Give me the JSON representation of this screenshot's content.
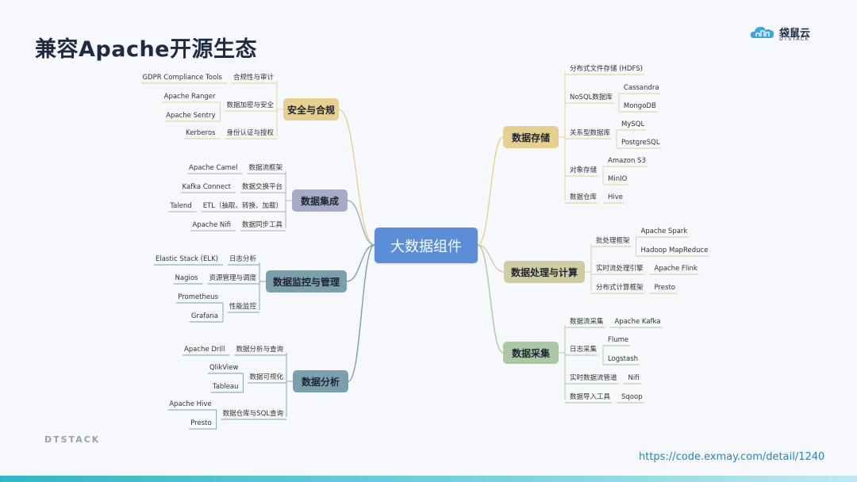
{
  "page": {
    "title": "兼容Apache开源生态",
    "url": "https://code.exmay.com/detail/1240"
  },
  "logo": {
    "cn": "袋鼠云",
    "en": "DTSTACK"
  },
  "footer": {
    "brand": "DTSTACK"
  },
  "colors": {
    "root": "#5b8dd9",
    "gold": "#e6d08f",
    "slate": "#a6abc9",
    "teal": "#7ba0ad",
    "sage": "#abc8a5",
    "khaki": "#cfcca1"
  },
  "mindmap": {
    "root": "大数据组件",
    "left": [
      {
        "label": "安全与合规",
        "color": "gold",
        "children": [
          {
            "label": "合规性与审计",
            "children": [
              "GDPR Compliance Tools"
            ]
          },
          {
            "label": "数据加密与安全",
            "children": [
              "Apache Ranger",
              "Apache Sentry"
            ]
          },
          {
            "label": "身份认证与授权",
            "children": [
              "Kerberos"
            ]
          }
        ]
      },
      {
        "label": "数据集成",
        "color": "slate",
        "children": [
          {
            "label": "数据流框架",
            "children": [
              "Apache Camel"
            ]
          },
          {
            "label": "数据交换平台",
            "children": [
              "Kafka Connect"
            ]
          },
          {
            "label": "ETL（抽取、转换、加载）",
            "children": [
              "Talend"
            ]
          },
          {
            "label": "数据同步工具",
            "children": [
              "Apache Nifi"
            ]
          }
        ]
      },
      {
        "label": "数据监控与管理",
        "color": "teal",
        "children": [
          {
            "label": "日志分析",
            "children": [
              "Elastic Stack (ELK)"
            ]
          },
          {
            "label": "资源管理与调度",
            "children": [
              "Nagios"
            ]
          },
          {
            "label": "性能监控",
            "children": [
              "Prometheus",
              "Grafana"
            ]
          }
        ]
      },
      {
        "label": "数据分析",
        "color": "teal",
        "children": [
          {
            "label": "数据分析与查询",
            "children": [
              "Apache Drill"
            ]
          },
          {
            "label": "数据可视化",
            "children": [
              "QlikView",
              "Tableau"
            ]
          },
          {
            "label": "数据仓库与SQL查询",
            "children": [
              "Apache Hive",
              "Presto"
            ]
          }
        ]
      }
    ],
    "right": [
      {
        "label": "数据存储",
        "color": "gold",
        "children": [
          {
            "label": "分布式文件存储 (HDFS)",
            "children": []
          },
          {
            "label": "NoSQL数据库",
            "children": [
              "Cassandra",
              "MongoDB"
            ]
          },
          {
            "label": "关系型数据库",
            "children": [
              "MySQL",
              "PostgreSQL"
            ]
          },
          {
            "label": "对象存储",
            "children": [
              "Amazon S3",
              "MinIO"
            ]
          },
          {
            "label": "数据仓库",
            "children": [
              "Hive"
            ]
          }
        ]
      },
      {
        "label": "数据处理与计算",
        "color": "khaki",
        "children": [
          {
            "label": "批处理框架",
            "children": [
              "Apache Spark",
              "Hadoop MapReduce"
            ]
          },
          {
            "label": "实时流处理引擎",
            "children": [
              "Apache Flink"
            ]
          },
          {
            "label": "分布式计算框架",
            "children": [
              "Presto"
            ]
          }
        ]
      },
      {
        "label": "数据采集",
        "color": "sage",
        "children": [
          {
            "label": "数据流采集",
            "children": [
              "Apache Kafka"
            ]
          },
          {
            "label": "日志采集",
            "children": [
              "Flume",
              "Logstash"
            ]
          },
          {
            "label": "实时数据流管道",
            "children": [
              "Nifi"
            ]
          },
          {
            "label": "数据导入工具",
            "children": [
              "Sqoop"
            ]
          }
        ]
      }
    ]
  }
}
